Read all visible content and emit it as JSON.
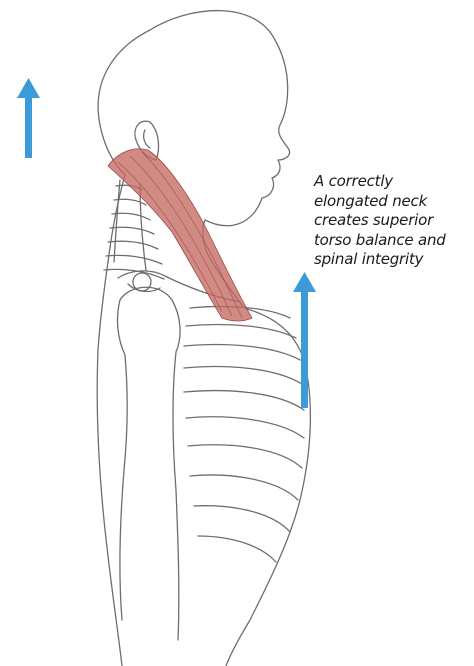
{
  "caption": {
    "lines": [
      "A correctly",
      "elongated neck",
      "creates superior",
      "torso balance and",
      "spinal integrity"
    ]
  },
  "colors": {
    "arrow": "#3d9ad8",
    "muscle": "#c56a62",
    "sketch": "#6e6e6e"
  },
  "icons": {
    "left_arrow": "up-arrow-icon",
    "right_arrow": "up-arrow-icon"
  }
}
